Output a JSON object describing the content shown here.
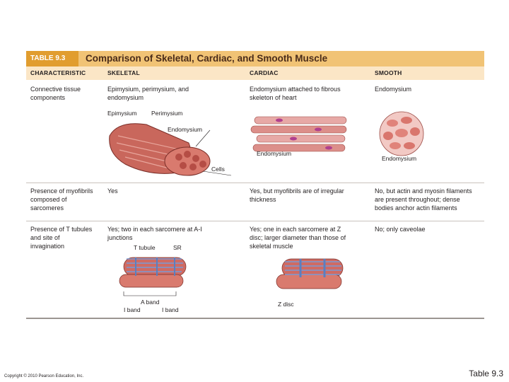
{
  "table": {
    "tag": "TABLE 9.3",
    "title": "Comparison of Skeletal, Cardiac, and Smooth Muscle",
    "headers": [
      "CHARACTERISTIC",
      "SKELETAL",
      "CARDIAC",
      "SMOOTH"
    ],
    "rows": [
      {
        "characteristic": "Connective tissue components",
        "skeletal": "Epimysium, perimysium, and endomysium",
        "cardiac": "Endomysium attached to fibrous skeleton of heart",
        "smooth": "Endomysium"
      },
      {
        "characteristic": "Presence of myofibrils composed of sarcomeres",
        "skeletal": "Yes",
        "cardiac": "Yes, but myofibrils are of irregular thickness",
        "smooth": "No, but actin and myosin filaments are present throughout; dense bodies anchor actin filaments"
      },
      {
        "characteristic": "Presence of T tubules and site of invagination",
        "skeletal": "Yes; two in each sarcomere at A-I junctions",
        "cardiac": "Yes; one in each sarcomere at Z disc; larger diameter than those of skeletal muscle",
        "smooth": "No; only caveolae"
      }
    ],
    "figure_labels": {
      "epimysium": "Epimysium",
      "perimysium": "Perimysium",
      "endomysium_skeletal": "Endomysium",
      "cells": "Cells",
      "endomysium_cardiac": "Endomysium",
      "endomysium_smooth": "Endomysium",
      "t_tubule": "T tubule",
      "sr": "SR",
      "a_band": "A band",
      "i_band_left": "I band",
      "i_band_right": "I band",
      "z_disc": "Z disc"
    }
  },
  "footer": {
    "copyright": "Copyright © 2010 Pearson Education, Inc.",
    "slide_label": "Table 9.3"
  },
  "colors": {
    "title_tag": "#e19d2f",
    "title_bar": "#f1c375",
    "header_row": "#fbe6c6",
    "muscle": "#c0584f",
    "t_tubule": "#5a7fc0"
  }
}
